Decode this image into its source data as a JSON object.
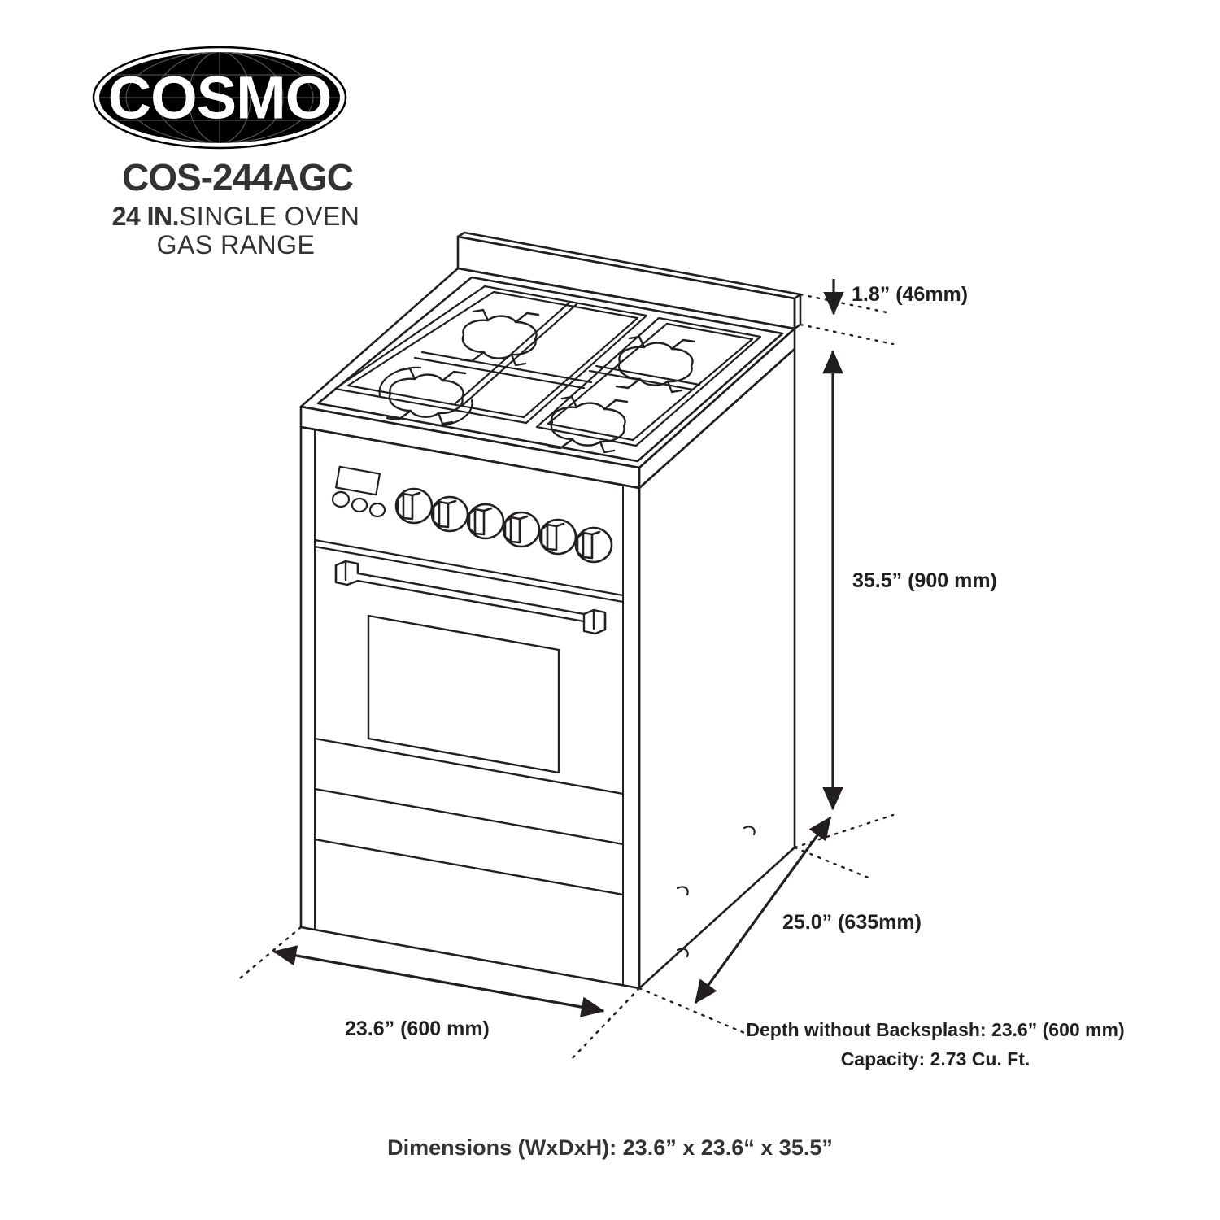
{
  "brand": {
    "logo_text": "COSMO",
    "logo_icon": "globe-ellipse-logo",
    "model_number": "COS-244AGC",
    "size_label": "24 IN.",
    "type_label_line1": "SINGLE OVEN",
    "type_label_line2": "GAS RANGE"
  },
  "dimensions": {
    "backsplash_height": "1.8” (46mm)",
    "total_height": "35.5” (900 mm)",
    "depth": "25.0” (635mm)",
    "width": "23.6” (600 mm)"
  },
  "notes": {
    "depth_without_backsplash": "Depth without Backsplash: 23.6” (600 mm)",
    "capacity": "Capacity: 2.73 Cu. Ft."
  },
  "caption": "Dimensions (WxDxH): 23.6” x 23.6“ x 35.5”",
  "product": {
    "burner_count": 4,
    "knob_count": 6,
    "button_count": 3,
    "display": "digital-clock-display",
    "door": "oven-door",
    "handle": "oven-door-handle"
  },
  "colors": {
    "line": "#231f20",
    "text": "#231f20",
    "heading": "#333333",
    "background": "#ffffff"
  }
}
